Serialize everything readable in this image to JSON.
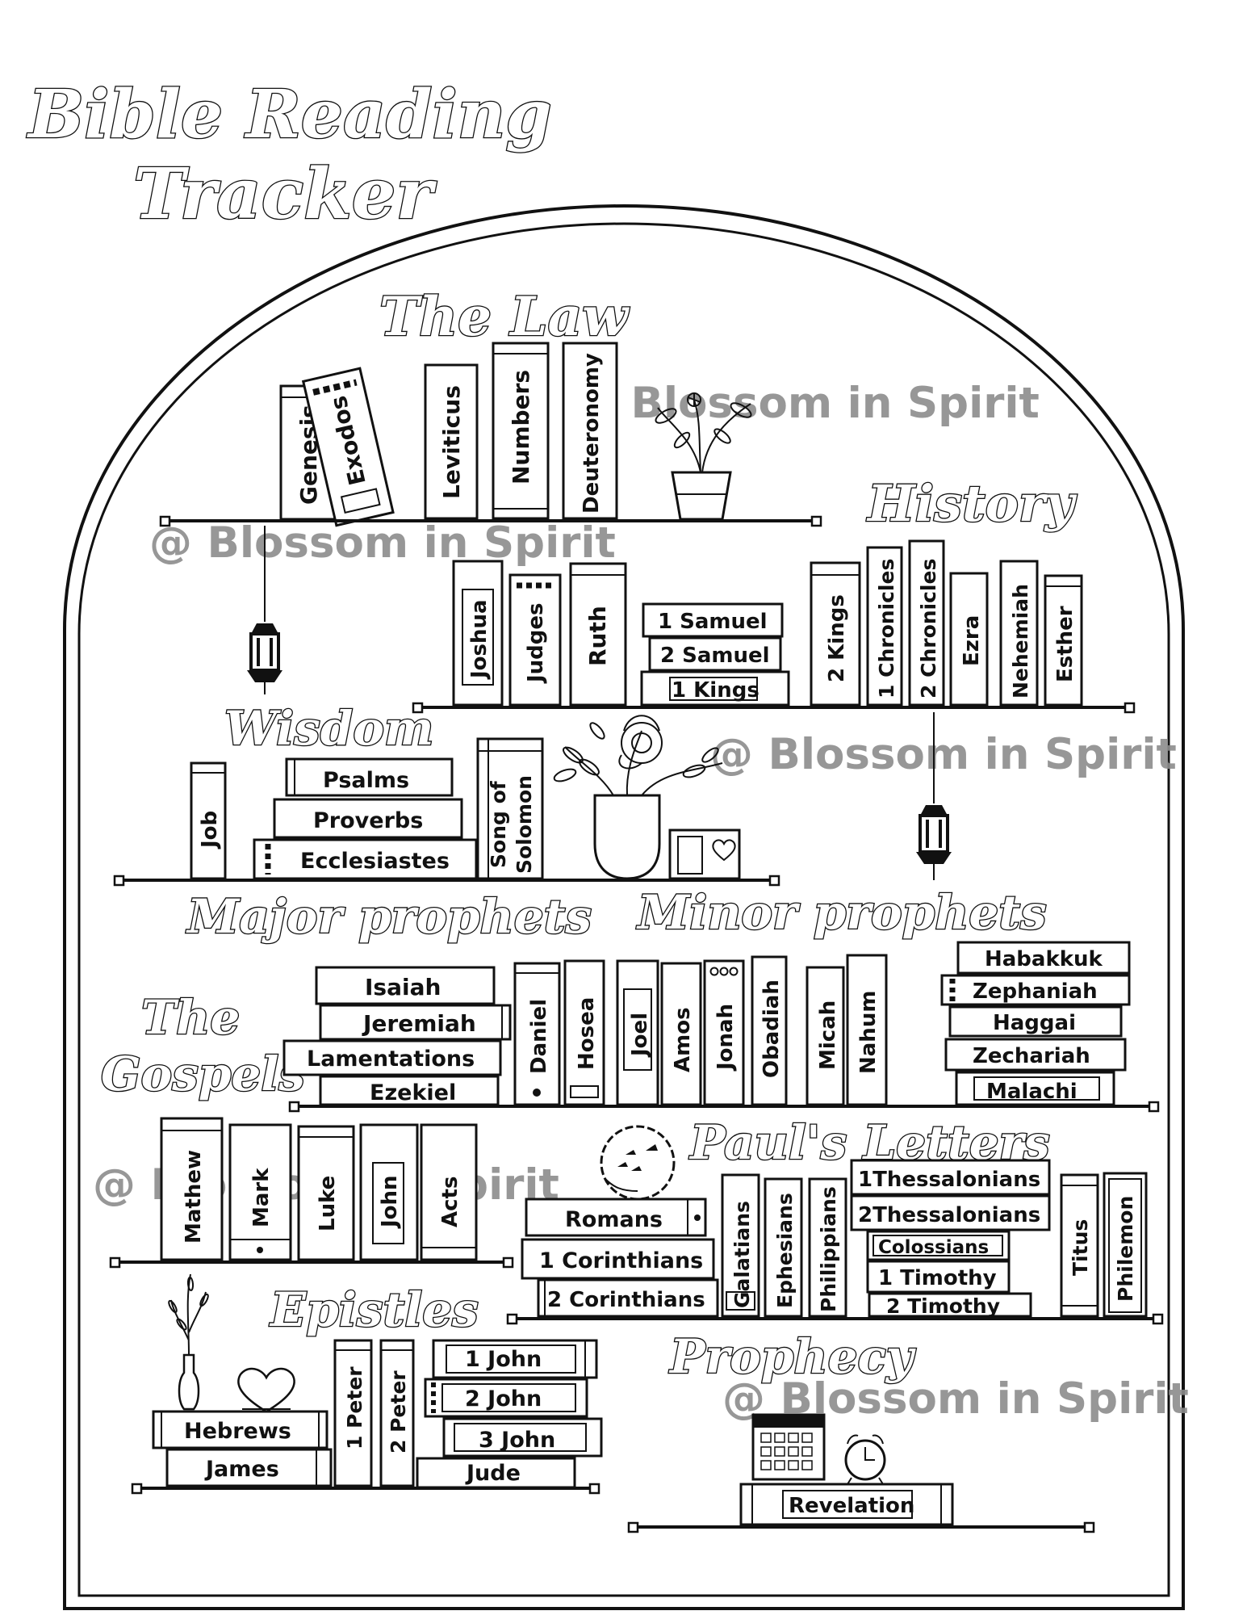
{
  "title": {
    "line1": "Bible Reading",
    "line2": "Tracker"
  },
  "watermark": "@ Blossom in Spirit",
  "sections": {
    "law": {
      "heading": "The Law",
      "books": [
        "Genesis",
        "Exodos",
        "Leviticus",
        "Numbers",
        "Deuteronomy"
      ]
    },
    "history": {
      "heading": "History",
      "books": [
        "Joshua",
        "Judges",
        "Ruth",
        "1 Samuel",
        "2 Samuel",
        "1 Kings",
        "2 Kings",
        "1 Chronicles",
        "2 Chronicles",
        "Ezra",
        "Nehemiah",
        "Esther"
      ]
    },
    "wisdom": {
      "heading": "Wisdom",
      "books": [
        "Job",
        "Psalms",
        "Proverbs",
        "Ecclesiastes",
        "Song of",
        "Solomon"
      ]
    },
    "major_prophets": {
      "heading": "Major prophets",
      "books": [
        "Isaiah",
        "Jeremiah",
        "Lamentations",
        "Ezekiel",
        "Daniel"
      ]
    },
    "minor_prophets": {
      "heading": "Minor prophets",
      "books": [
        "Hosea",
        "Joel",
        "Amos",
        "Jonah",
        "Obadiah",
        "Micah",
        "Nahum",
        "Habakkuk",
        "Zephaniah",
        "Haggai",
        "Zechariah",
        "Malachi"
      ]
    },
    "gospels": {
      "heading_line1": "The",
      "heading_line2": "Gospels",
      "books": [
        "Mathew",
        "Mark",
        "Luke",
        "John",
        "Acts"
      ]
    },
    "pauls_letters": {
      "heading": "Paul's Letters",
      "books": [
        "Romans",
        "1 Corinthians",
        "2 Corinthians",
        "Galatians",
        "Ephesians",
        "Philippians",
        "1Thessalonians",
        "2Thessalonians",
        "Colossians",
        "1 Timothy",
        "2 Timothy",
        "Titus",
        "Philemon"
      ]
    },
    "epistles": {
      "heading": "Epistles",
      "books": [
        "Hebrews",
        "James",
        "1 Peter",
        "2 Peter",
        "1 John",
        "2 John",
        "3 John",
        "Jude"
      ]
    },
    "prophecy": {
      "heading": "Prophecy",
      "books": [
        "Revelation"
      ]
    }
  },
  "icons": [
    "lantern-icon",
    "potted-plant-icon",
    "flower-vase-icon",
    "heart-frame-icon",
    "doves-wreath-icon",
    "vase-icon",
    "heart-icon",
    "calendar-icon",
    "alarm-clock-icon"
  ]
}
